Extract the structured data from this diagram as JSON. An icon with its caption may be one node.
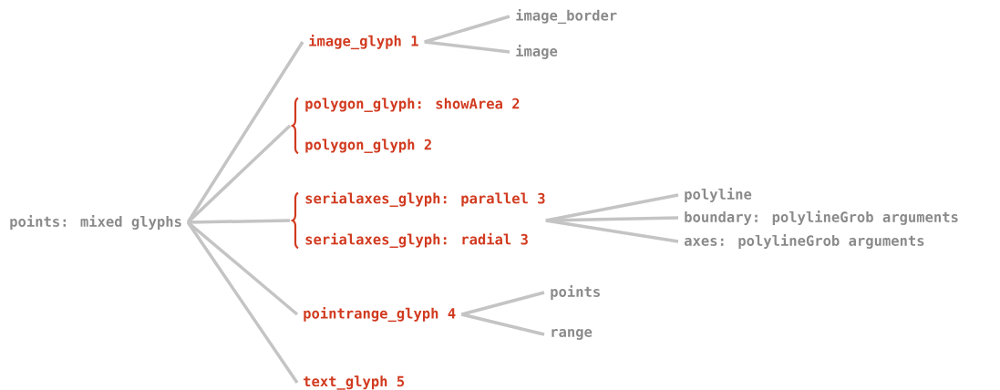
{
  "diagram": {
    "nodes": [
      {
        "text": [
          "points: mixed glyphs"
        ]
      },
      {
        "text": [
          "image_glyph 1"
        ]
      },
      {
        "text": [
          "image_border"
        ]
      },
      {
        "text": [
          "image"
        ]
      },
      {
        "text": [
          "polygon_glyph: showArea 2",
          "polygon_glyph 2"
        ]
      },
      {
        "text": [
          "serialaxes_glyph: parallel 3",
          "serialaxes_glyph: radial 3"
        ]
      },
      {
        "text": [
          "polyline"
        ]
      },
      {
        "text": [
          "boundary: polylineGrob arguments"
        ]
      },
      {
        "text": [
          "axes: polylineGrob arguments"
        ]
      },
      {
        "text": [
          "pointrange_glyph 4"
        ]
      },
      {
        "text": [
          "points"
        ]
      },
      {
        "text": [
          "range"
        ]
      },
      {
        "text": [
          "text_glyph 5"
        ]
      }
    ],
    "edges": [
      {
        "from": 0,
        "to": 1,
        "arrow": "none"
      },
      {
        "from": 0,
        "to": 4,
        "arrow": "none"
      },
      {
        "from": 0,
        "to": 5,
        "arrow": "none"
      },
      {
        "from": 0,
        "to": 9,
        "arrow": "none"
      },
      {
        "from": 0,
        "to": 12,
        "arrow": "none"
      },
      {
        "from": 1,
        "to": 2,
        "arrow": "none"
      },
      {
        "from": 1,
        "to": 3,
        "arrow": "none"
      },
      {
        "from": 5,
        "to": 6,
        "arrow": "none"
      },
      {
        "from": 5,
        "to": 7,
        "arrow": "none"
      },
      {
        "from": 5,
        "to": 8,
        "arrow": "none"
      },
      {
        "from": 9,
        "to": 10,
        "arrow": "none"
      },
      {
        "from": 9,
        "to": 11,
        "arrow": "none"
      }
    ]
  }
}
